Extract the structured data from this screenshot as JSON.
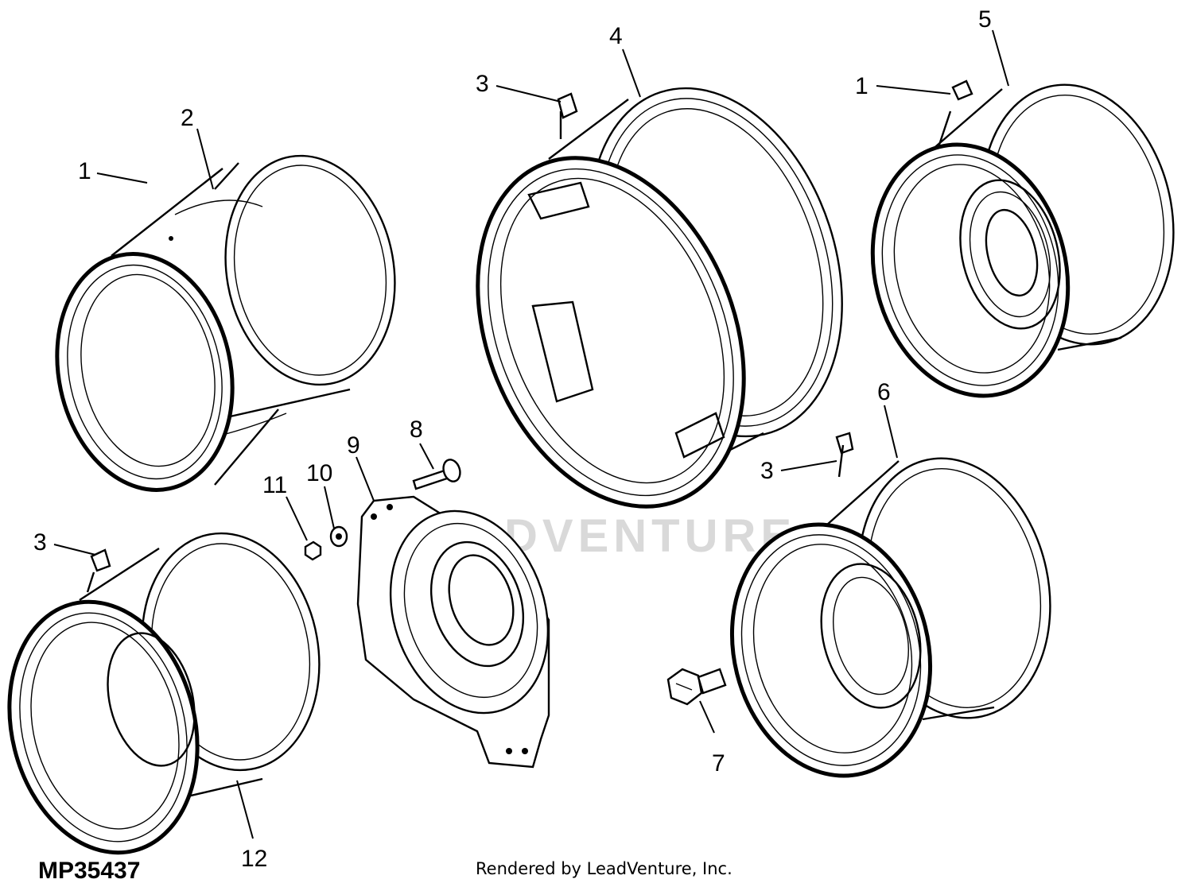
{
  "figure_id": "MP35437",
  "credit": "Rendered by LeadVenture, Inc.",
  "watermark": "LEADVENTURE",
  "callouts": [
    {
      "label": "1"
    },
    {
      "label": "2"
    },
    {
      "label": "3"
    },
    {
      "label": "4"
    },
    {
      "label": "3"
    },
    {
      "label": "1"
    },
    {
      "label": "5"
    },
    {
      "label": "6"
    },
    {
      "label": "3"
    },
    {
      "label": "7"
    },
    {
      "label": "8"
    },
    {
      "label": "9"
    },
    {
      "label": "10"
    },
    {
      "label": "11"
    },
    {
      "label": "3"
    },
    {
      "label": "12"
    }
  ]
}
